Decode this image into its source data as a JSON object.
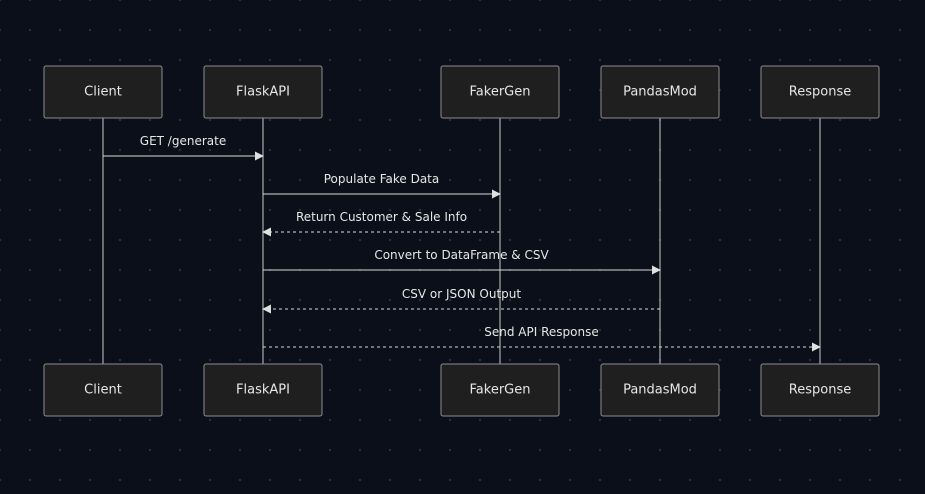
{
  "diagram": {
    "type": "sequence",
    "actors": [
      {
        "id": "client",
        "label": "Client"
      },
      {
        "id": "flaskapi",
        "label": "FlaskAPI"
      },
      {
        "id": "fakergen",
        "label": "FakerGen"
      },
      {
        "id": "pandasmod",
        "label": "PandasMod"
      },
      {
        "id": "response",
        "label": "Response"
      }
    ],
    "messages": [
      {
        "from": "client",
        "to": "flaskapi",
        "label": "GET /generate",
        "style": "solid"
      },
      {
        "from": "flaskapi",
        "to": "fakergen",
        "label": "Populate Fake Data",
        "style": "solid"
      },
      {
        "from": "fakergen",
        "to": "flaskapi",
        "label": "Return Customer & Sale Info",
        "style": "dashed"
      },
      {
        "from": "flaskapi",
        "to": "pandasmod",
        "label": "Convert to DataFrame & CSV",
        "style": "solid"
      },
      {
        "from": "pandasmod",
        "to": "flaskapi",
        "label": "CSV or JSON Output",
        "style": "dashed"
      },
      {
        "from": "flaskapi",
        "to": "response",
        "label": "Send API Response",
        "style": "dashed"
      }
    ]
  }
}
